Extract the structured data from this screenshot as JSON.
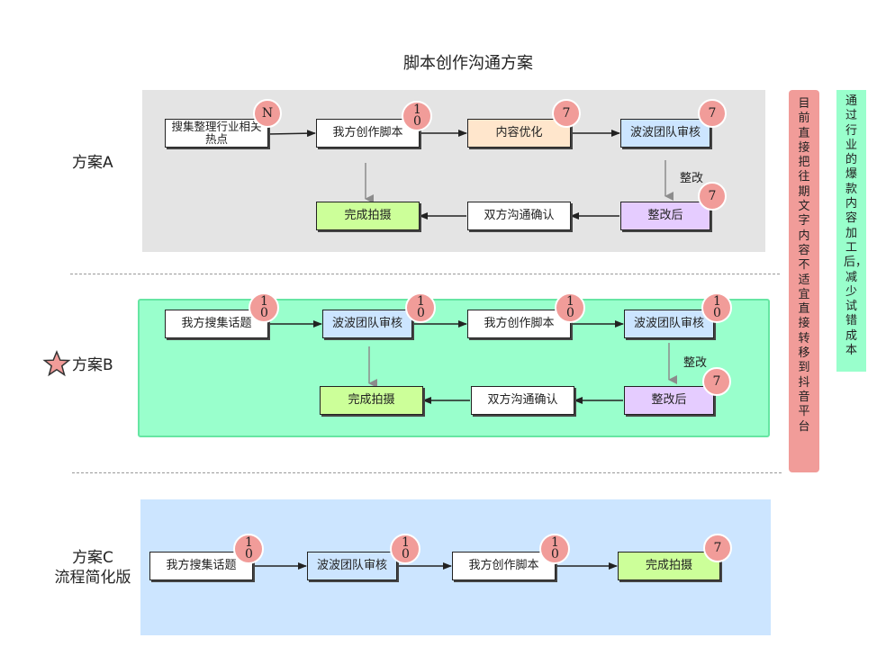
{
  "title": "脚本创作沟通方案",
  "schemes": {
    "a": {
      "label": "方案A",
      "nodes": {
        "collect": "搜集整理行业相关热点",
        "script": "我方创作脚本",
        "optimize": "内容优化",
        "review": "波波团队审核",
        "revised": "整改后",
        "confirm": "双方沟通确认",
        "shoot": "完成拍摄"
      },
      "badges": {
        "collect": "N",
        "script": "10",
        "optimize": "7",
        "review": "7",
        "revised": "7"
      },
      "edge_label": "整改"
    },
    "b": {
      "label": "方案B",
      "nodes": {
        "search": "我方搜集话题",
        "review1": "波波团队审核",
        "script": "我方创作脚本",
        "review2": "波波团队审核",
        "revised": "整改后",
        "confirm": "双方沟通确认",
        "shoot": "完成拍摄"
      },
      "badges": {
        "search": "10",
        "review1": "10",
        "script": "10",
        "review2": "10",
        "revised": "7"
      },
      "edge_label": "整改"
    },
    "c": {
      "label_line1": "方案C",
      "label_line2": "流程简化版",
      "nodes": {
        "search": "我方搜集话题",
        "review": "波波团队审核",
        "script": "我方创作脚本",
        "shoot": "完成拍摄"
      },
      "badges": {
        "search": "10",
        "review": "10",
        "script": "10",
        "shoot": "7"
      }
    }
  },
  "notes": {
    "left": "目前直接把往期文字内容不适宜直接转移到抖音平台",
    "right": "通过行业的爆款内容加工后，减少试错成本"
  },
  "colors": {
    "badge": "#f19c99",
    "panel_a": "#e4e4e4",
    "panel_b": "#99ffcc",
    "panel_c": "#cce5ff",
    "star": "#f19c99"
  }
}
